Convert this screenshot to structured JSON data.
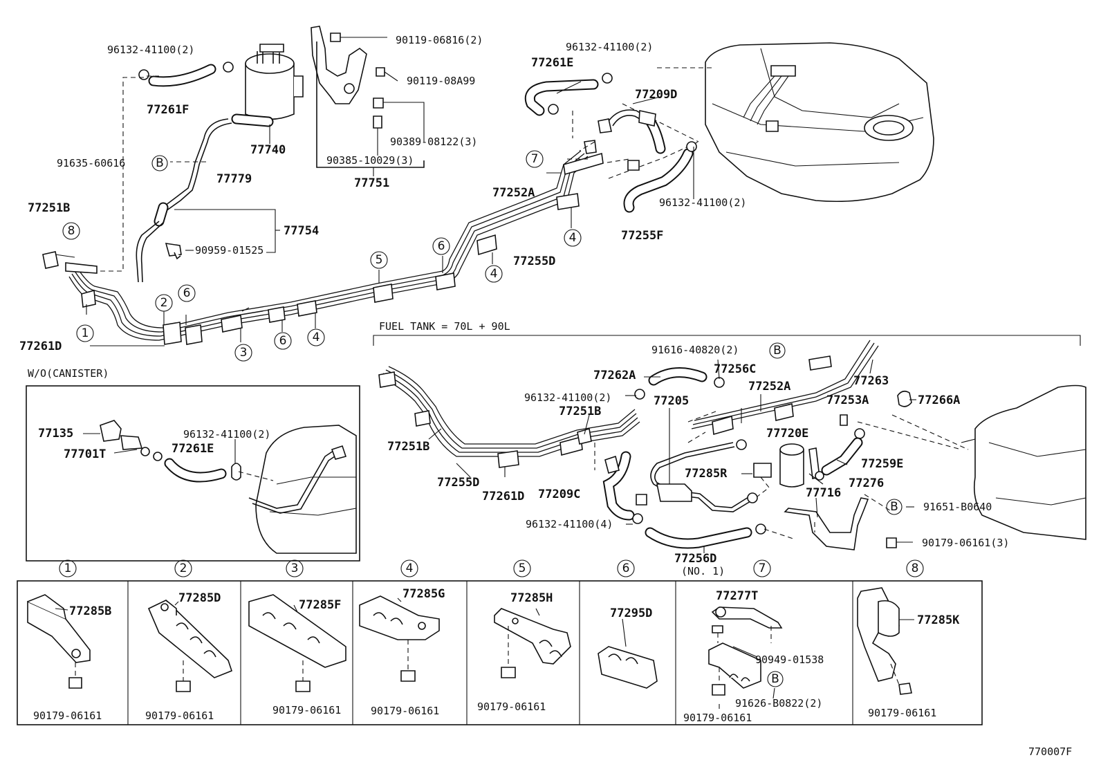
{
  "labels": {
    "l_96132_a": "96132-41100(2)",
    "l_77261F": "77261F",
    "l_77740": "77740",
    "l_91635": "91635-60616",
    "l_77779": "77779",
    "l_77754": "77754",
    "l_90959": "90959-01525",
    "l_77251B_a": "77251B",
    "l_77261D_a": "77261D",
    "l_90119_a": "90119-06816(2)",
    "l_90119_b": "90119-08A99",
    "l_90389": "90389-08122(3)",
    "l_90385": "90385-10029(3)",
    "l_77751": "77751",
    "l_96132_b": "96132-41100(2)",
    "l_77261E_a": "77261E",
    "l_77209D": "77209D",
    "l_77252A_a": "77252A",
    "l_77255D_a": "77255D",
    "l_96132_c": "96132-41100(2)",
    "l_77255F": "77255F",
    "l_fuel_tank": "FUEL TANK = 70L + 90L",
    "l_wo_canister": "W/O(CANISTER)",
    "l_77135": "77135",
    "l_77701T": "77701T",
    "l_96132_d": "96132-41100(2)",
    "l_77261E_b": "77261E",
    "l_91616": "91616-40820(2)",
    "l_77262A": "77262A",
    "l_77256C": "77256C",
    "l_77252A_b": "77252A",
    "l_77263": "77263",
    "l_96132_e": "96132-41100(2)",
    "l_77205": "77205",
    "l_77251B_b": "77251B",
    "l_77253A": "77253A",
    "l_77266A": "77266A",
    "l_77720E": "77720E",
    "l_77251B_c": "77251B",
    "l_77259E": "77259E",
    "l_77285R": "77285R",
    "l_77276": "77276",
    "l_77255D_b": "77255D",
    "l_77261D_b": "77261D",
    "l_77209C": "77209C",
    "l_77716": "77716",
    "l_91651": "91651-B0640",
    "l_96132_f": "96132-41100(4)",
    "l_90179_a": "90179-06161(3)",
    "l_77256D": "77256D",
    "l_no1": "(NO. 1)",
    "d1_part": "77285B",
    "d1_bolt": "90179-06161",
    "d2_part": "77285D",
    "d2_bolt": "90179-06161",
    "d3_part": "77285F",
    "d3_bolt": "90179-06161",
    "d4_part": "77285G",
    "d4_bolt": "90179-06161",
    "d5_part": "77285H",
    "d5_bolt": "90179-06161",
    "d6_part": "77295D",
    "d7_part": "77277T",
    "d7_part2": "90949-01538",
    "d7_part3": "91626-B0822(2)",
    "d7_bolt": "90179-06161",
    "d8_part": "77285K",
    "d8_bolt": "90179-06161",
    "fig_code": "770007F"
  },
  "callouts": {
    "n1": "1",
    "n2": "2",
    "n3": "3",
    "n4": "4",
    "n5": "5",
    "n6": "6",
    "n7": "7",
    "n8": "8",
    "b": "B"
  }
}
